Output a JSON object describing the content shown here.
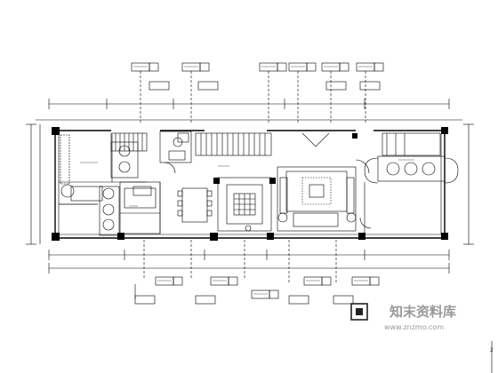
{
  "watermark": {
    "title": "知末资料库",
    "url": "www.znzmo.com"
  },
  "sheet_corner_mark": "2",
  "colors": {
    "line": "#000000",
    "watermark_text": "#999999",
    "watermark_box": "#222222",
    "background": "#ffffff"
  }
}
